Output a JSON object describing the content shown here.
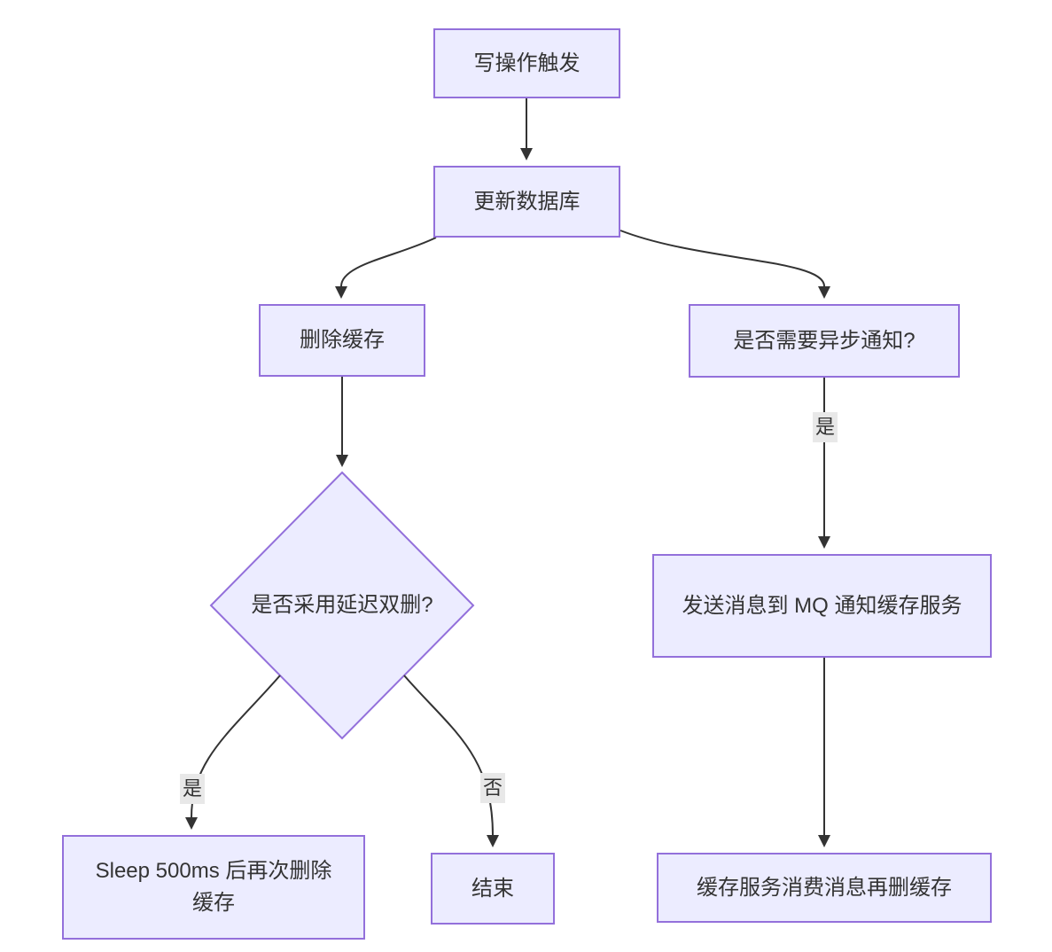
{
  "diagram": {
    "type": "flowchart",
    "nodes": {
      "write_trigger": "写操作触发",
      "update_db": "更新数据库",
      "delete_cache": "删除缓存",
      "async_question": "是否需要异步通知?",
      "delay_question": "是否采用延迟双删?",
      "sleep_delete": "Sleep 500ms 后再次删除缓存",
      "end": "结束",
      "send_mq": "发送消息到 MQ 通知缓存服务",
      "consume_delete": "缓存服务消费消息再删缓存"
    },
    "edge_labels": {
      "delay_yes": "是",
      "delay_no": "否",
      "async_yes": "是"
    },
    "colors": {
      "background": "#ffffff",
      "node_fill": "#ECECFF",
      "node_border": "#9370DB",
      "edge_stroke": "#333333",
      "text": "#333333",
      "edge_label_bg": "#e8e8e8"
    }
  }
}
